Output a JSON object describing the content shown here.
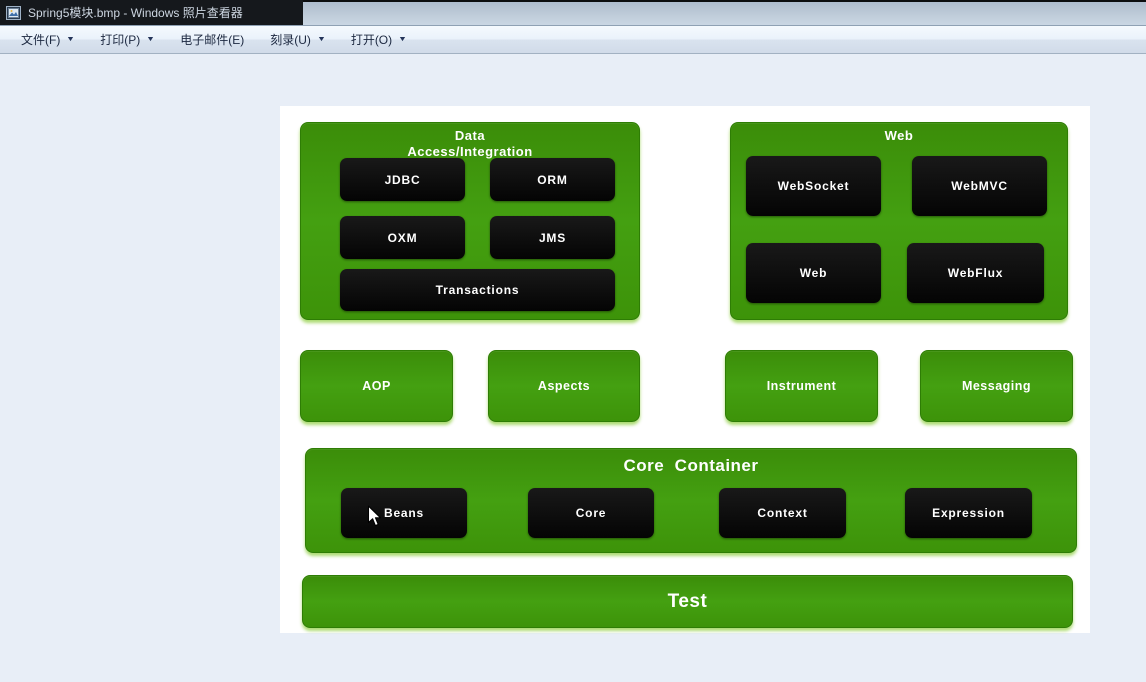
{
  "window": {
    "title": "Spring5模块.bmp - Windows 照片查看器"
  },
  "icons": {
    "chevron_down": "▼",
    "app_icon": "photo-viewer-icon"
  },
  "menubar": {
    "items": [
      {
        "label": "文件(F)",
        "dropdown": true
      },
      {
        "label": "打印(P)",
        "dropdown": true
      },
      {
        "label": "电子邮件(E)",
        "dropdown": false
      },
      {
        "label": "刻录(U)",
        "dropdown": true
      },
      {
        "label": "打开(O)",
        "dropdown": true
      }
    ]
  },
  "diagram": {
    "data_access": {
      "title_line1": "Data",
      "title_line2": "Access/Integration",
      "modules": [
        "JDBC",
        "ORM",
        "OXM",
        "JMS",
        "Transactions"
      ]
    },
    "web": {
      "title": "Web",
      "modules": [
        "WebSocket",
        "WebMVC",
        "Web",
        "WebFlux"
      ]
    },
    "middle_modules": [
      "AOP",
      "Aspects",
      "Instrument",
      "Messaging"
    ],
    "core_container": {
      "title": "Core  Container",
      "modules": [
        "Beans",
        "Core",
        "Context",
        "Expression"
      ]
    },
    "test": {
      "title": "Test"
    }
  },
  "colors": {
    "green": "#43a011",
    "green_border": "#2e7d05",
    "green_glow": "#9ed55a",
    "module_black": "#0a0a0a",
    "titlebar_dark": "#15181c",
    "menu_text": "#1c2840",
    "content_bg": "#e8eef7",
    "photo_bg": "#ffffff"
  }
}
